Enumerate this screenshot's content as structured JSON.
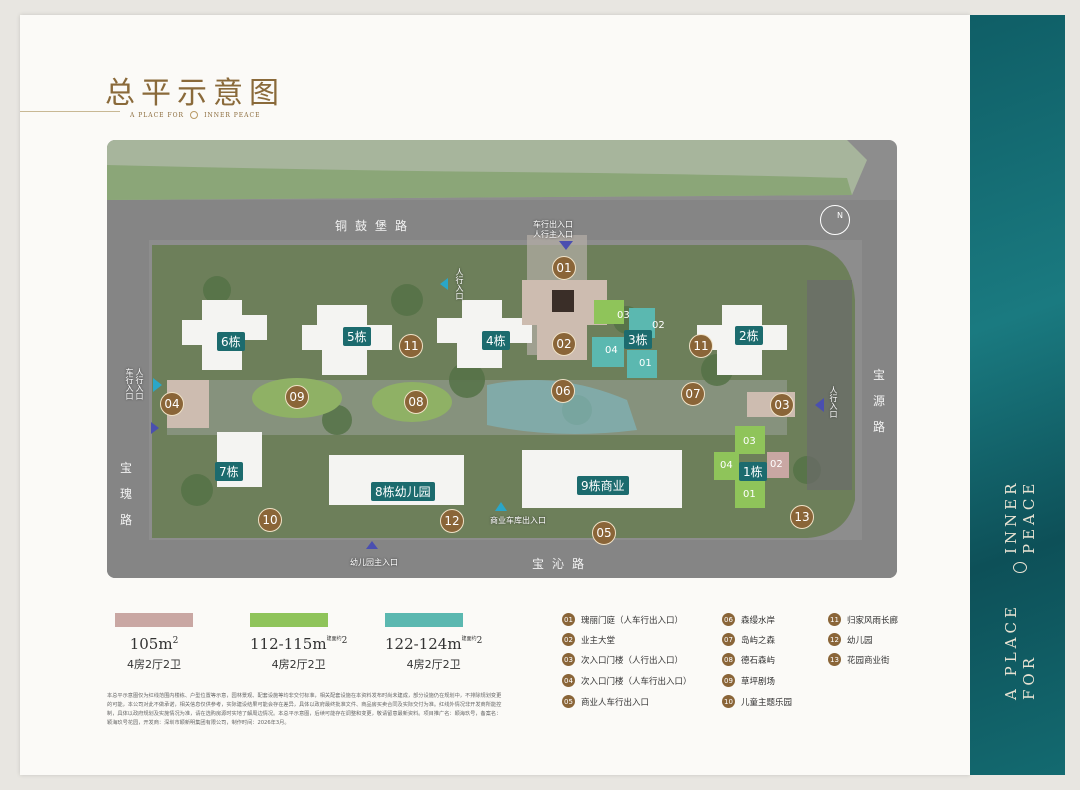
{
  "title": "总平示意图",
  "subtitle_left": "A PLACE FOR",
  "subtitle_right": "INNER PEACE",
  "spine": {
    "left": "A PLACE FOR",
    "right": "INNER PEACE"
  },
  "roads": {
    "north": "铜鼓堡路",
    "south": "宝沁路",
    "west": "宝瑰路",
    "east": "宝源路"
  },
  "compass_label": "N",
  "buildings": [
    "6栋",
    "5栋",
    "4栋",
    "3栋",
    "2栋",
    "7栋",
    "8栋幼儿园",
    "9栋商业",
    "1栋"
  ],
  "gates": {
    "north_car": "车行出入口",
    "north_people": "人行主入口",
    "west_car": "车行入口",
    "west_people": "人行入口",
    "north_small": "人行入口",
    "east_small": "人行入口",
    "south_kinder": "幼儿园主入口",
    "south_biz": "商业车库出入口"
  },
  "marker_numbers": [
    "01",
    "02",
    "03",
    "04",
    "05",
    "06",
    "07",
    "08",
    "09",
    "10",
    "11",
    "12",
    "13"
  ],
  "unit_numbers": [
    "01",
    "02",
    "03",
    "04"
  ],
  "legend": [
    {
      "color": "#c9a7a3",
      "area": "105m",
      "sup": "2",
      "rooms": "4房2厅2卫"
    },
    {
      "color": "#8fc45a",
      "area": "112-115m",
      "sup": "2",
      "rooms": "4房2厅2卫",
      "note": "建面约"
    },
    {
      "color": "#5bb8b0",
      "area": "122-124m",
      "sup": "2",
      "rooms": "4房2厅2卫",
      "note": "建面约"
    }
  ],
  "keys": [
    {
      "n": "01",
      "label": "瑰丽门庭（人车行出入口）"
    },
    {
      "n": "02",
      "label": "业主大堂"
    },
    {
      "n": "03",
      "label": "次入口门楼（人行出入口）"
    },
    {
      "n": "04",
      "label": "次入口门楼（人车行出入口）"
    },
    {
      "n": "05",
      "label": "商业人车行出入口"
    },
    {
      "n": "06",
      "label": "森缦水岸"
    },
    {
      "n": "07",
      "label": "岛屿之森"
    },
    {
      "n": "08",
      "label": "德石森屿"
    },
    {
      "n": "09",
      "label": "草坪剧场"
    },
    {
      "n": "10",
      "label": "儿童主题乐园"
    },
    {
      "n": "11",
      "label": "归家风雨长廊"
    },
    {
      "n": "12",
      "label": "幼儿园"
    },
    {
      "n": "13",
      "label": "花园商业街"
    }
  ],
  "disclaimer": "本总平示意图仅为红线范围内楼栋、户型位置等示意，园林景观、配套设施等均非交付标准，相关配套设施在本资料发布时尚未建成，部分设施仍在规划中，不排除规划变更的可能，本公司对此不做承诺，相关信息仅供参考，实际建设结果可能会存在差异，具体以政府最终批准文件、商品房买卖合同及实际交付为准。红线外情况非开发商所能控制，具体以政府规划及实施情况为准，请在选购房源时实地了解周边情况。本总平示意图，后续可能存在调整和变更，敬请留意最新资料。项目推广名：颖海玖号，备案名：颖海玖号花园，开发商：深圳市颖新明集团有限公司，制作时间：2026年3月。",
  "colors": {
    "gold": "#8a6538",
    "teal_label": "#1c6b6e",
    "spine": "#0f5e66",
    "road": "#8a8a8a"
  }
}
